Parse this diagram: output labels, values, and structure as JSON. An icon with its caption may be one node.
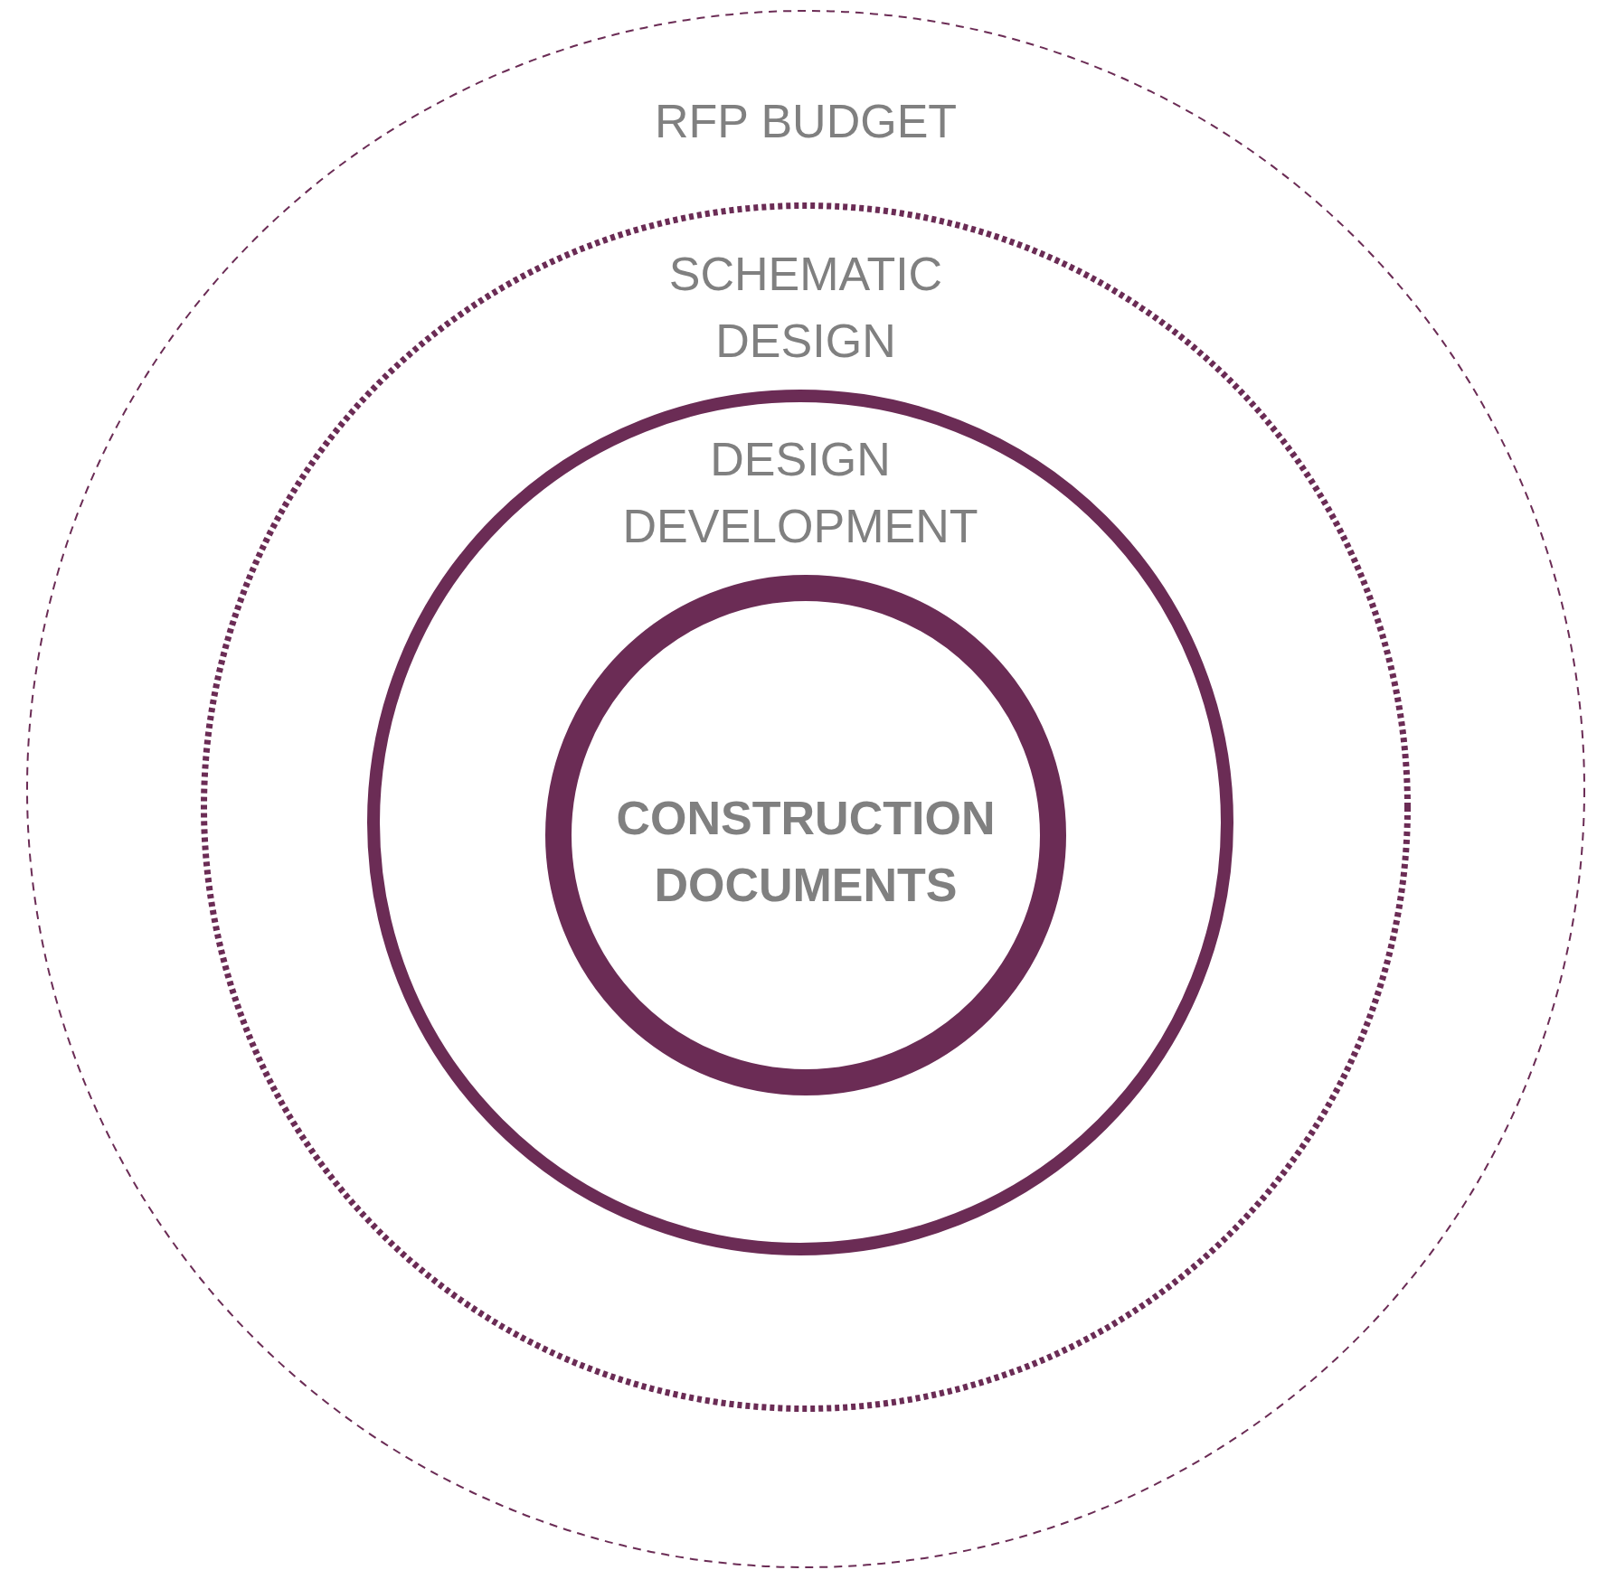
{
  "diagram": {
    "nodes": [
      {
        "text": [
          "RFP BUDGET"
        ]
      },
      {
        "text": [
          "SCHEMATIC DESIGN"
        ],
        "in": 0
      },
      {
        "text": [
          "DESIGN DEVELOPMENT"
        ],
        "in": 1
      },
      {
        "text": [
          "CONSTRUCTION DOCUMENTS"
        ],
        "in": 2
      }
    ],
    "edges": []
  }
}
